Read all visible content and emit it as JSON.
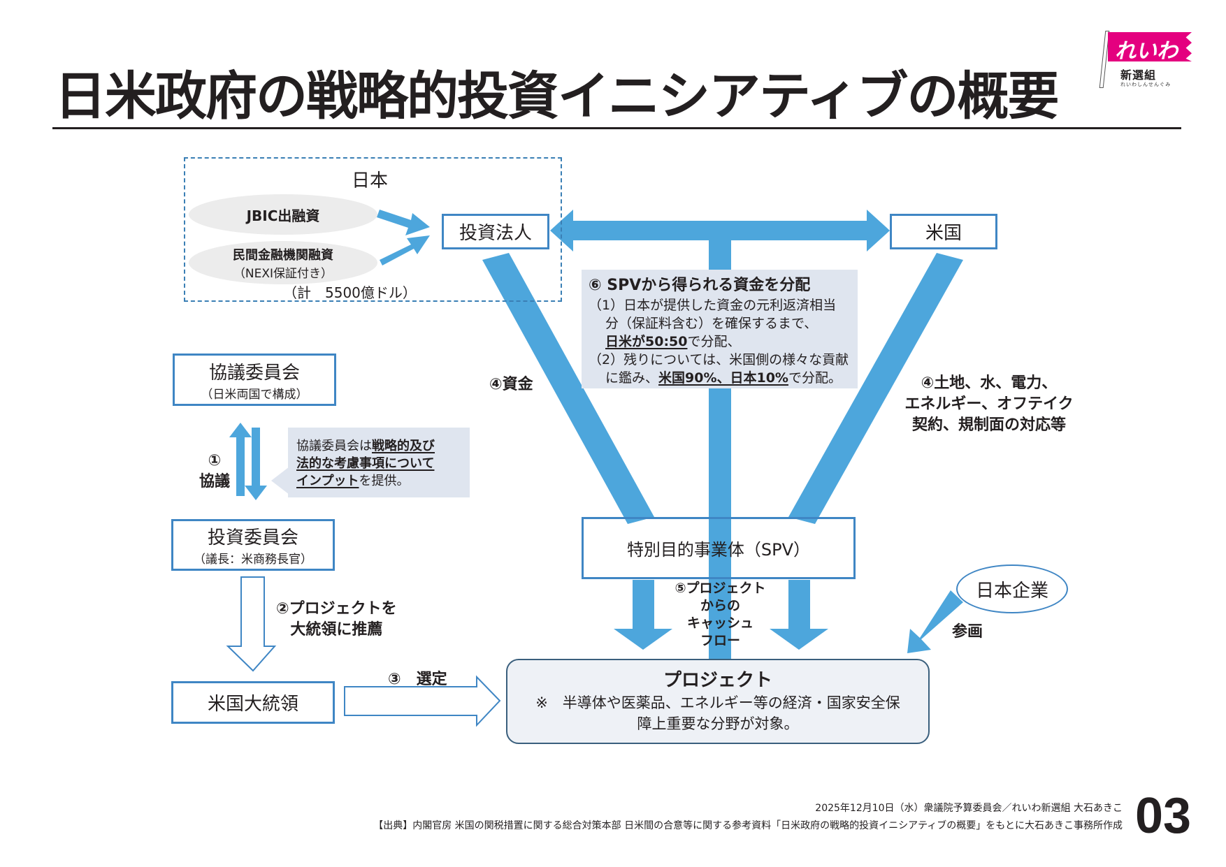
{
  "header": {
    "title": "日米政府の戦略的投資イニシアティブの概要",
    "logo": {
      "main": "れいわ",
      "sub": "新選組",
      "sub_small": "れいわしんせんぐみ",
      "flag_color": "#e4007f"
    }
  },
  "colors": {
    "arrow_blue": "#4da6dc",
    "box_border": "#3f86c4",
    "note_bg": "#dfe5ef",
    "ellipse_bg": "#ececec",
    "logo_pink": "#e4007f"
  },
  "japan_group": {
    "label": "日本",
    "sources": [
      {
        "label": "JBIC出融資"
      },
      {
        "label": "民間金融機関融資",
        "sub": "（NEXI保証付き）"
      }
    ],
    "total": "（計　5500億ドル）"
  },
  "nodes": {
    "investment_corp": "投資法人",
    "usa": "米国",
    "consultation_committee": {
      "title": "協議委員会",
      "sub": "（日米両国で構成）"
    },
    "investment_committee": {
      "title": "投資委員会",
      "sub": "（議長：米商務長官）"
    },
    "president": "米国大統領",
    "spv": "特別目的事業体（SPV）",
    "japanese_companies": "日本企業",
    "project": {
      "title": "プロジェクト",
      "note_line1": "※　半導体や医薬品、エネルギー等の経済・国家安全保",
      "note_line2": "障上重要な分野が対象。"
    }
  },
  "distribution_note": {
    "title": "⑥ SPVから得られる資金を分配",
    "line1": "（1）日本が提供した資金の元利返済相当",
    "line2": "分（保証料含む）を確保するまで、",
    "line3_u": "日米が50:50",
    "line3_rest": "で分配、",
    "line4": "（2）残りについては、米国側の様々な貢献",
    "line5_pre": "に鑑み、",
    "line5_u": "米国90%、日本10%",
    "line5_rest": "で分配。"
  },
  "consult_note": {
    "pre": "協議委員会は",
    "u1": "戦略的及び",
    "u2": "法的な考慮事項について",
    "u3": "インプット",
    "post": "を提供。"
  },
  "labels": {
    "step1_num": "①",
    "step1": "協議",
    "step2_line1": "②プロジェクトを",
    "step2_line2": "大統領に推薦",
    "step3": "③　選定",
    "step4_funds": "④資金",
    "step4_us_line1": "④土地、水、電力、",
    "step4_us_line2": "エネルギー、オフテイク",
    "step4_us_line3": "契約、規制面の対応等",
    "step5_line1": "⑤プロジェクト",
    "step5_line2": "からの",
    "step5_line3": "キャッシュ",
    "step5_line4": "フロー",
    "participation": "参画"
  },
  "footer": {
    "line1": "2025年12月10日（水）衆議院予算委員会／れいわ新選組 大石あきこ",
    "line2": "【出典】内閣官房 米国の関税措置に関する総合対策本部 日米間の合意等に関する参考資料「日米政府の戦略的投資イニシアティブの概要」をもとに大石あきこ事務所作成",
    "page_number": "03"
  }
}
